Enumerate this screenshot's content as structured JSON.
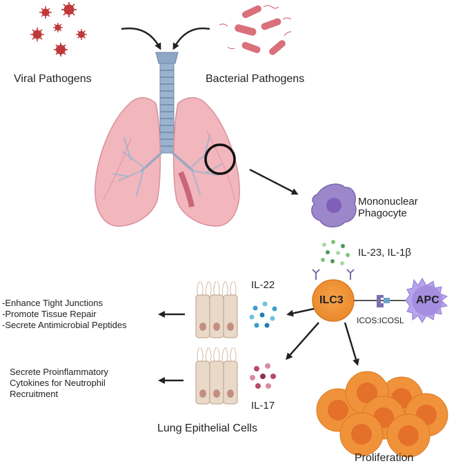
{
  "labels": {
    "viral": "Viral Pathogens",
    "bacterial": "Bacterial Pathogens",
    "phagocyte_line1": "Mononuclear",
    "phagocyte_line2": "Phagocyte",
    "cytokines": "IL-23, IL-1β",
    "il22": "IL-22",
    "il17": "IL-17",
    "ilc3": "ILC3",
    "apc": "APC",
    "icos": "ICOS:ICOSL",
    "epithelial": "Lung Epithelial Cells",
    "proliferation": "Proliferation"
  },
  "effects_il22": [
    "-Enhance Tight Junctions",
    "-Promote Tissue Repair",
    "-Secrete Antimicrobial Peptides"
  ],
  "effects_il17": [
    "Secrete Proinflammatory",
    "Cytokines for Neutrophil",
    "Recruitment"
  ],
  "colors": {
    "virus": "#c0393b",
    "bacteria": "#d9707a",
    "lung": "#f2b6bd",
    "trachea": "#8fa6c4",
    "phagocyte": "#9b87c9",
    "ilc3": "#f0923a",
    "apc": "#a58ee0",
    "il22_dots": "#3a9fc8",
    "il17_dots": "#b84a6a",
    "cytokine_dots": "#4a9a58",
    "epithelium": "#e9d9c8"
  },
  "icons": {
    "virus": "virus-icon",
    "bacterium": "bacterium-icon",
    "lung": "lung-icon",
    "phagocyte": "macrophage-icon",
    "ilc3": "lymphocyte-icon",
    "apc": "dendritic-cell-icon",
    "epithelium": "epithelial-cells-icon"
  }
}
